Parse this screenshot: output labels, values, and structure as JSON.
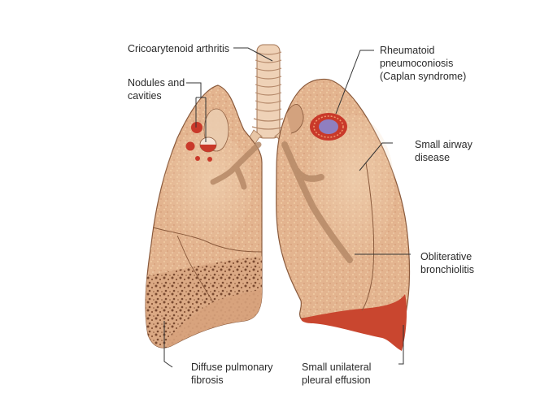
{
  "diagram": {
    "subject": "Pulmonary manifestations of rheumatoid arthritis",
    "background_color": "#ffffff",
    "colors": {
      "lung_fill": "#e3b48f",
      "lung_light": "#ecc9a6",
      "lung_outline": "#8a5a3c",
      "airway": "#b58866",
      "trachea": "#efd2b7",
      "trachea_outline": "#a37555",
      "nodule_red": "#c9392a",
      "effusion_red": "#c9462f",
      "caplan_center": "#8f7fc0",
      "fibrosis_dot": "#7a4a30",
      "leader_line": "#333333"
    },
    "labels": [
      {
        "id": "cricoarytenoid",
        "lines": [
          "Cricoarytenoid arthritis"
        ]
      },
      {
        "id": "nodules",
        "lines": [
          "Nodules and",
          "cavities"
        ]
      },
      {
        "id": "caplan",
        "lines": [
          "Rheumatoid",
          "pneumoconiosis",
          "(Caplan syndrome)"
        ]
      },
      {
        "id": "small-airway",
        "lines": [
          "Small airway",
          "disease"
        ]
      },
      {
        "id": "obliterative",
        "lines": [
          "Obliterative",
          "bronchiolitis"
        ]
      },
      {
        "id": "fibrosis",
        "lines": [
          "Diffuse pulmonary",
          "fibrosis"
        ]
      },
      {
        "id": "effusion",
        "lines": [
          "Small unilateral",
          "pleural effusion"
        ]
      }
    ]
  }
}
